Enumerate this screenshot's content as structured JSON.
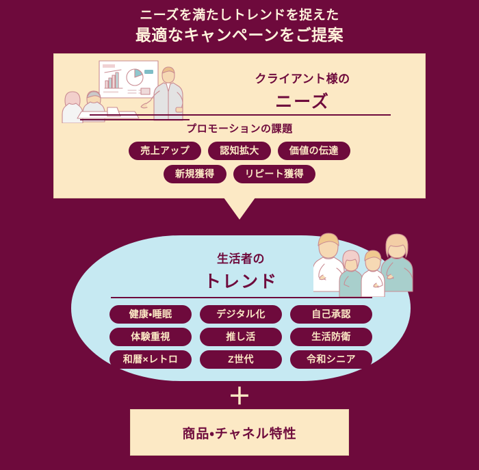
{
  "header": {
    "line1": "ニーズを満たしトレンドを捉えた",
    "line2": "最適なキャンペーンをご提案"
  },
  "needs_card": {
    "heading_small": "クライアント様の",
    "heading_large": "ニーズ",
    "subheading": "プロモーションの課題",
    "illustration_name": "presentation-meeting-illustration",
    "pill_rows": [
      [
        "売上アップ",
        "認知拡大",
        "価値の伝達"
      ],
      [
        "新規獲得",
        "リピート獲得"
      ]
    ]
  },
  "trend_capsule": {
    "heading_small": "生活者の",
    "heading_large": "トレンド",
    "illustration_name": "family-four-people-illustration",
    "pill_rows": [
      [
        "健康・睡眠",
        "デジタル化",
        "自己承認"
      ],
      [
        "体験重視",
        "推し活",
        "生活防衛"
      ],
      [
        "和暦×レトロ",
        "Z世代",
        "令和シニア"
      ]
    ]
  },
  "connector": {
    "arrow": "down-arrow",
    "plus": "＋"
  },
  "bottom_box": {
    "label": "商品・チャネル特性"
  },
  "colors": {
    "background": "#6E0A3C",
    "cream": "#FCE9C5",
    "light_blue": "#C6E9F2",
    "accent_text": "#6E0A3C"
  }
}
